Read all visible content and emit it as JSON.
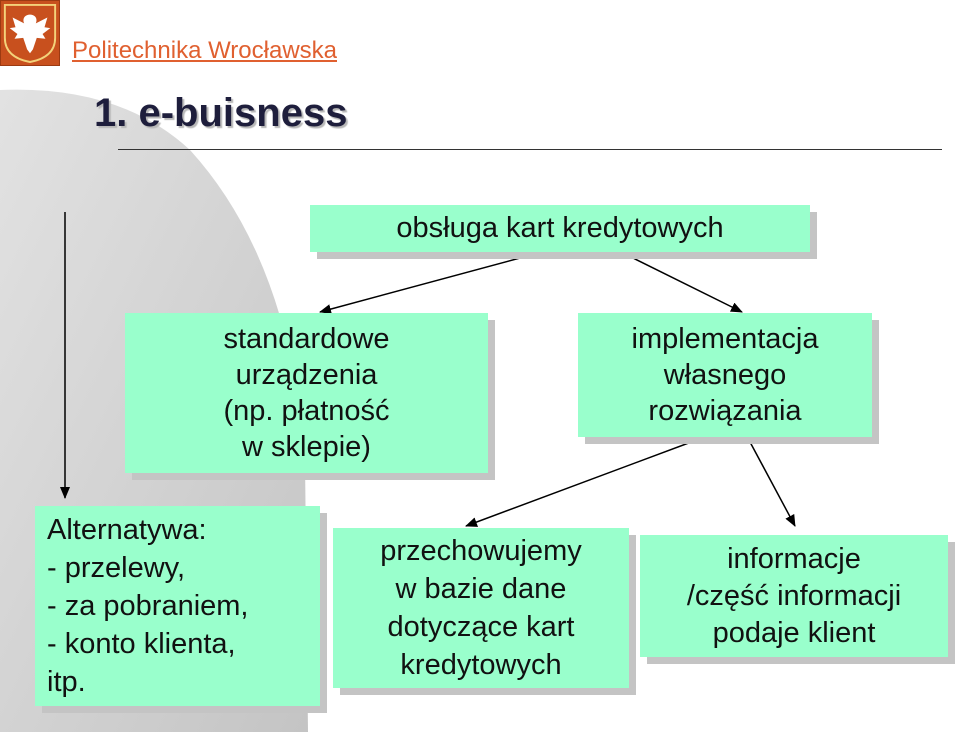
{
  "header": {
    "university": "Politechnika Wrocławska",
    "logo_icon": "eagle-crest-icon"
  },
  "slide": {
    "title": "1. e-buisness"
  },
  "diagram": {
    "root": "obsługa kart kredytowych",
    "standard": "standardowe\nurządzenia\n(np. płatność\nw sklepie)",
    "own": "implementacja\nwłasnego\nrozwiązania",
    "alternative": "Alternatywa:\n- przelewy,\n- za pobraniem,\n- konto klienta,\nitp.",
    "store_db": "przechowujemy\nw bazie dane\ndotyczące kart\nkredytowych",
    "client_info": "informacje\n/część informacji\npodaje klient"
  },
  "colors": {
    "node_fill": "#99ffcc",
    "node_shadow": "#c4c4c4",
    "accent_orange": "#e06030",
    "decor_gray": "#c8c8c8"
  }
}
